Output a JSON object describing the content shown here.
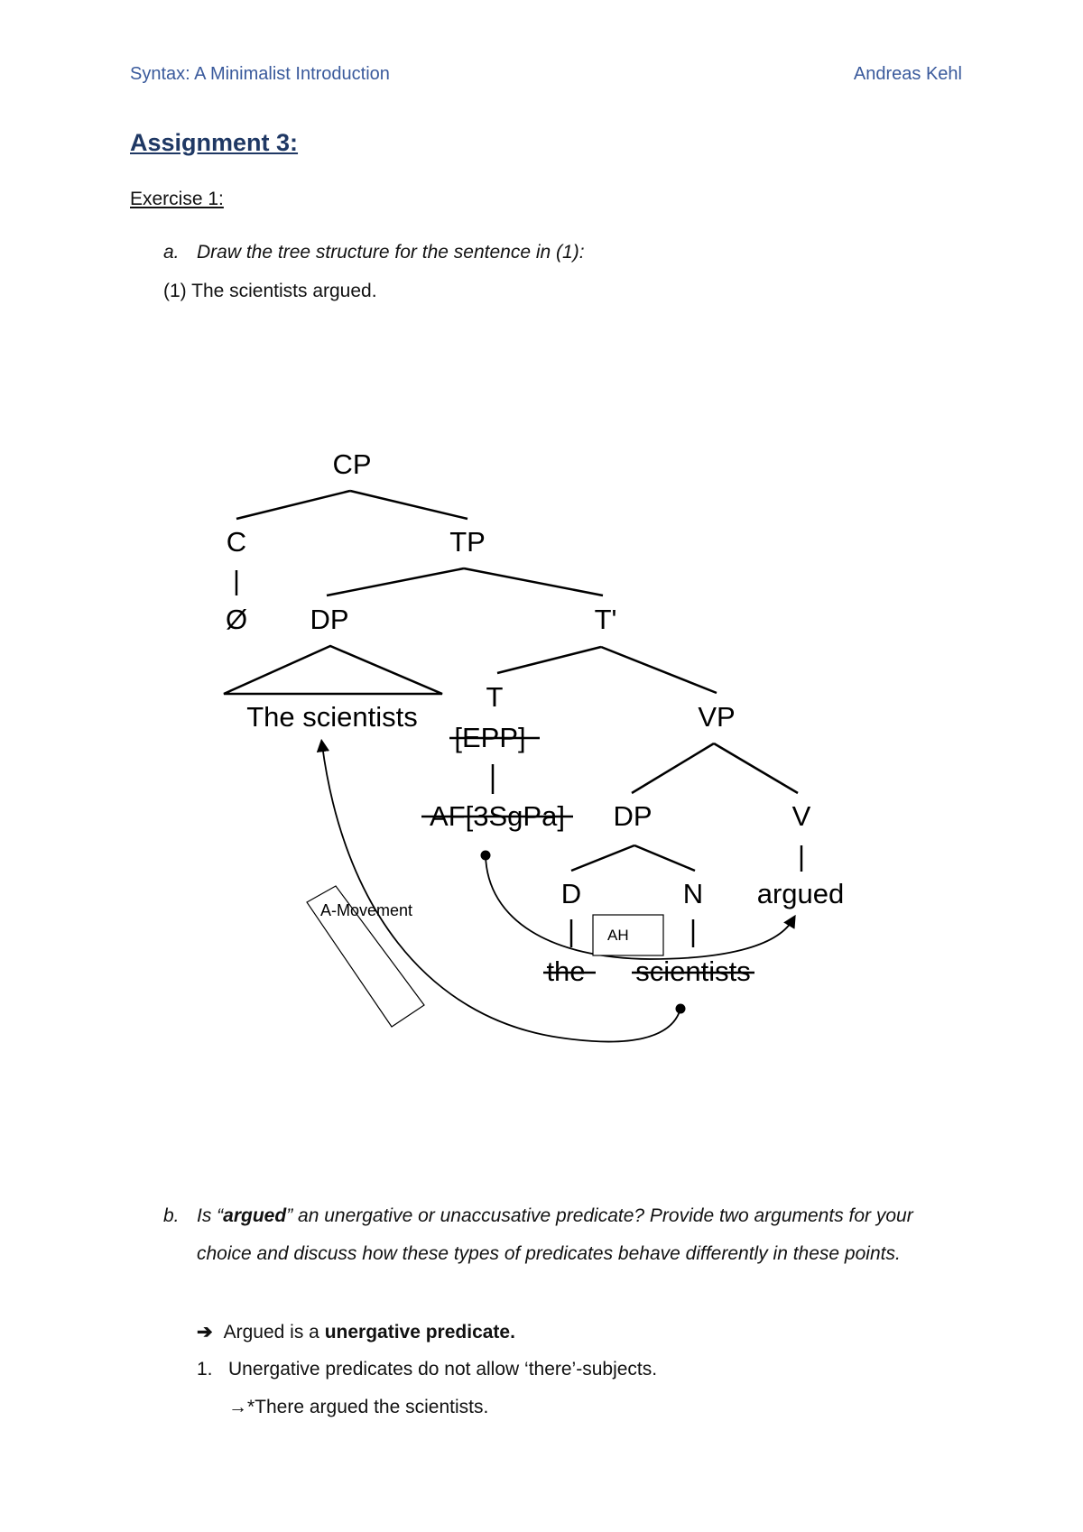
{
  "header": {
    "left": "Syntax: A Minimalist Introduction",
    "right": "Andreas Kehl"
  },
  "title": "Assignment 3:",
  "exercise_label": "Exercise 1:",
  "part_a": {
    "marker": "a.",
    "instruction": "Draw the tree structure for the sentence in (1):",
    "example": "(1) The scientists argued."
  },
  "tree": {
    "nodes": {
      "cp": "CP",
      "c": "C",
      "tp": "TP",
      "null": "Ø",
      "dp_spec": "DP",
      "t_bar": "T'",
      "the_scientists": "The scientists",
      "t": "T",
      "epp": "[EPP]",
      "vp": "VP",
      "af": "AF[3SgPa]",
      "dp_comp": "DP",
      "v": "V",
      "d": "D",
      "n": "N",
      "argued": "argued",
      "the": "the",
      "scientists": "scientists"
    },
    "annotations": {
      "movement": "A-Movement",
      "ah": "AH"
    }
  },
  "part_b": {
    "marker": "b.",
    "q_pre": "Is “",
    "q_bold": "argued",
    "q_post": "” an unergative or unaccusative predicate? Provide two arguments for your choice and discuss how these types of predicates behave differently in these points.",
    "answer_pre": "Argued is a ",
    "answer_bold": "unergative predicate.",
    "point1_marker": "1.",
    "point1": "Unergative predicates do not allow ‘there’-subjects.",
    "point1_example": "*There argued the scientists."
  }
}
